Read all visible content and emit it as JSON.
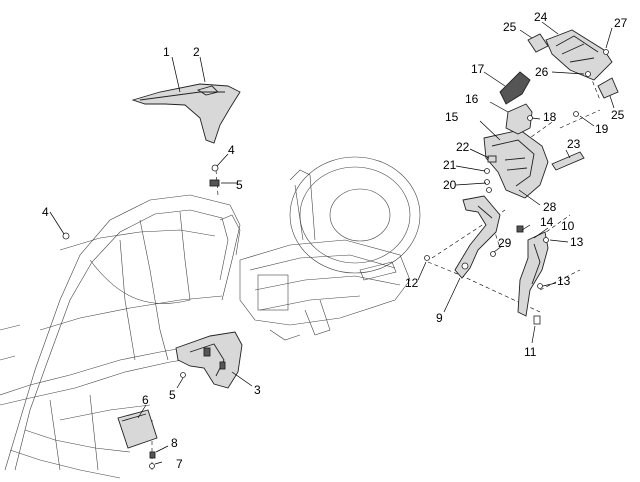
{
  "callouts": [
    {
      "id": "c1",
      "text": "1"
    },
    {
      "id": "c2",
      "text": "2"
    },
    {
      "id": "c3",
      "text": "3"
    },
    {
      "id": "c4a",
      "text": "4"
    },
    {
      "id": "c4b",
      "text": "4"
    },
    {
      "id": "c5a",
      "text": "5"
    },
    {
      "id": "c5b",
      "text": "5"
    },
    {
      "id": "c6",
      "text": "6"
    },
    {
      "id": "c7",
      "text": "7"
    },
    {
      "id": "c8",
      "text": "8"
    },
    {
      "id": "c9",
      "text": "9"
    },
    {
      "id": "c10",
      "text": "10"
    },
    {
      "id": "c11",
      "text": "11"
    },
    {
      "id": "c12",
      "text": "12"
    },
    {
      "id": "c13a",
      "text": "13"
    },
    {
      "id": "c13b",
      "text": "13"
    },
    {
      "id": "c14",
      "text": "14"
    },
    {
      "id": "c15",
      "text": "15"
    },
    {
      "id": "c16",
      "text": "16"
    },
    {
      "id": "c17",
      "text": "17"
    },
    {
      "id": "c18",
      "text": "18"
    },
    {
      "id": "c19",
      "text": "19"
    },
    {
      "id": "c20",
      "text": "20"
    },
    {
      "id": "c21",
      "text": "21"
    },
    {
      "id": "c22",
      "text": "22"
    },
    {
      "id": "c23",
      "text": "23"
    },
    {
      "id": "c24",
      "text": "24"
    },
    {
      "id": "c25a",
      "text": "25"
    },
    {
      "id": "c25b",
      "text": "25"
    },
    {
      "id": "c26",
      "text": "26"
    },
    {
      "id": "c27",
      "text": "27"
    },
    {
      "id": "c28",
      "text": "28"
    },
    {
      "id": "c29",
      "text": "29"
    }
  ]
}
